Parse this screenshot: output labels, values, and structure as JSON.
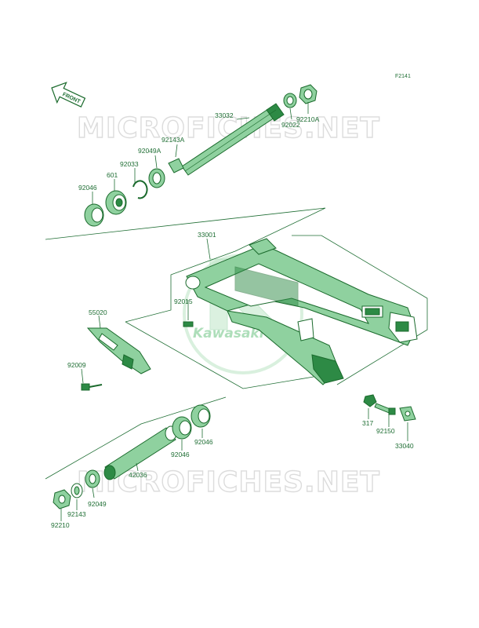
{
  "diagram_code": "F2141",
  "front_arrow_label": "FRONT",
  "watermark_text": "MICROFICHES.NET",
  "logo_text": "Kawasaki",
  "colors": {
    "line": "#1f6e34",
    "part_fill": "#8fd19f",
    "part_dark": "#2d8a45",
    "watermark": "#dcdcdc"
  },
  "parts": [
    {
      "id": "p33032",
      "number": "33032"
    },
    {
      "id": "p92022",
      "number": "92022"
    },
    {
      "id": "p92210A",
      "number": "92210A"
    },
    {
      "id": "p92143A",
      "number": "92143A"
    },
    {
      "id": "p92049A",
      "number": "92049A"
    },
    {
      "id": "p92033",
      "number": "92033"
    },
    {
      "id": "p601",
      "number": "601"
    },
    {
      "id": "p92046a",
      "number": "92046"
    },
    {
      "id": "p33001",
      "number": "33001"
    },
    {
      "id": "p92015",
      "number": "92015"
    },
    {
      "id": "p55020",
      "number": "55020"
    },
    {
      "id": "p92009",
      "number": "92009"
    },
    {
      "id": "p317",
      "number": "317"
    },
    {
      "id": "p92150",
      "number": "92150"
    },
    {
      "id": "p33040",
      "number": "33040"
    },
    {
      "id": "p92046b",
      "number": "92046"
    },
    {
      "id": "p92046c",
      "number": "92046"
    },
    {
      "id": "p42036",
      "number": "42036"
    },
    {
      "id": "p92049",
      "number": "92049"
    },
    {
      "id": "p92143",
      "number": "92143"
    },
    {
      "id": "p92210",
      "number": "92210"
    }
  ]
}
